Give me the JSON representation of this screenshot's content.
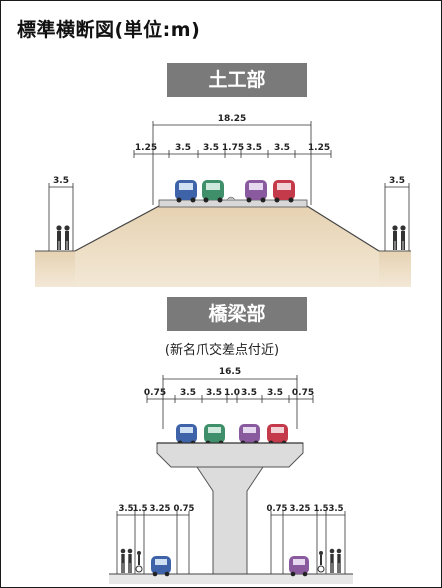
{
  "title": "標準横断図(単位:m)",
  "sections": {
    "embankment": {
      "label": "土工部",
      "total_width": "18.25",
      "widths": [
        "1.25",
        "3.5",
        "3.5",
        "1.75",
        "3.5",
        "3.5",
        "1.25"
      ],
      "side_left": "3.5",
      "side_right": "3.5"
    },
    "bridge": {
      "label": "橋梁部",
      "note": "(新名爪交差点付近)",
      "total_width": "16.5",
      "widths": [
        "0.75",
        "3.5",
        "3.5",
        "1.0",
        "3.5",
        "3.5",
        "0.75"
      ],
      "lower_left": [
        "3.5",
        "1.5",
        "3.25",
        "0.75"
      ],
      "lower_right": [
        "0.75",
        "3.25",
        "1.5",
        "3.5"
      ]
    }
  },
  "colors": {
    "label_bg": "#7a7a7a",
    "earth": "#e0c8a4",
    "car_blue": "#3f63a8",
    "car_green": "#3e8f6a",
    "car_purple": "#8a5a9e",
    "car_red": "#c43a4a"
  }
}
